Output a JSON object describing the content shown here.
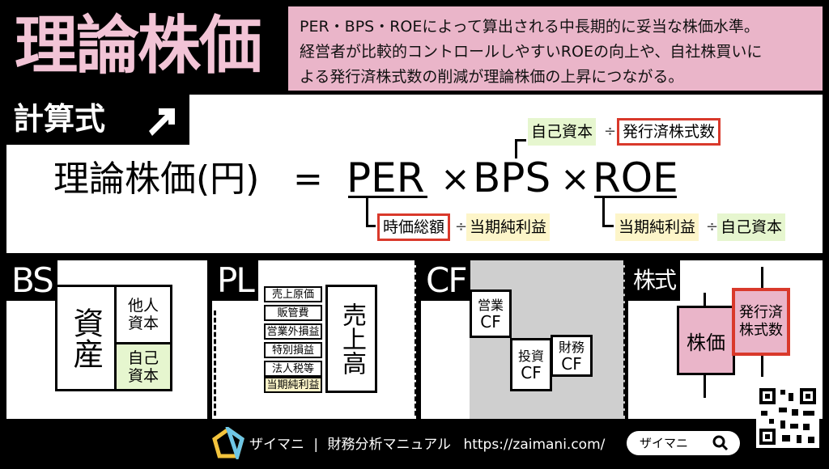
{
  "header": {
    "title": "理論株価",
    "description_lines": [
      "PER・BPS・ROEによって算出される中長期的に妥当な株価水準。",
      "経営者が比較的コントロールしやすいROEの向上や、自社株買いに",
      "よる発行済株式数の削減が理論株価の上昇につながる。"
    ]
  },
  "formula": {
    "tab_label": "計算式",
    "lhs": "理論株価(円)",
    "equals": "=",
    "per": "PER",
    "times": "×",
    "bps": "BPS",
    "roe": "ROE",
    "bps_def": {
      "numerator": "自己資本",
      "op": "÷",
      "denominator": "発行済株式数"
    },
    "per_def": {
      "numerator": "時価総額",
      "op": "÷",
      "denominator": "当期純利益"
    },
    "roe_def": {
      "numerator": "当期純利益",
      "op": "÷",
      "denominator": "自己資本"
    }
  },
  "bs": {
    "tab": "BS",
    "assets": "資産",
    "liabilities": "他人資本",
    "equity": "自己資本"
  },
  "pl": {
    "tab": "PL",
    "rows": [
      "売上原価",
      "販管費",
      "営業外損益",
      "特別損益",
      "法人税等",
      "当期純利益"
    ],
    "sales": "売上高"
  },
  "cf": {
    "tab": "CF",
    "operating": "営業",
    "investing": "投資",
    "financing": "財務",
    "cf": "CF"
  },
  "stock": {
    "tab": "株式",
    "price": "株価",
    "shares": "発行済株式数"
  },
  "footer": {
    "brand": "ザイマニ",
    "separator": "|",
    "subtitle": "財務分析マニュアル",
    "url": "https://zaimani.com/",
    "search_text": "ザイマニ"
  },
  "colors": {
    "pink": "#eab5c9",
    "green": "#e6f6cf",
    "yellow": "#fdf5c9",
    "red": "#d9392b",
    "gray": "#cccccc"
  },
  "icons": [
    "arrow-up-right-icon",
    "search-icon",
    "pentagon-logo-icon",
    "qr-code-icon"
  ]
}
